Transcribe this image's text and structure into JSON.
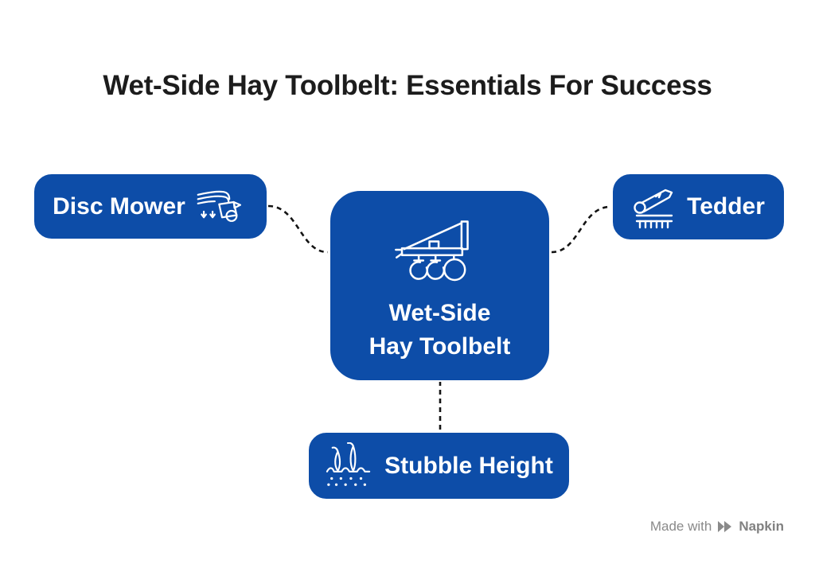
{
  "title": "Wet-Side Hay Toolbelt: Essentials For Success",
  "hub": {
    "icon": "cultivator-implement-icon",
    "label_line1": "Wet-Side",
    "label_line2": "Hay Toolbelt"
  },
  "satellites": [
    {
      "id": "disc-mower",
      "label": "Disc Mower",
      "icon": "disc-mower-icon",
      "icon_side": "right"
    },
    {
      "id": "tedder",
      "label": "Tedder",
      "icon": "tedder-icon",
      "icon_side": "left"
    },
    {
      "id": "stubble-height",
      "label": "Stubble Height",
      "icon": "stubble-height-icon",
      "icon_side": "left"
    }
  ],
  "connections": [
    {
      "from": "hub",
      "to": "disc-mower",
      "style": "dashed"
    },
    {
      "from": "hub",
      "to": "tedder",
      "style": "dashed"
    },
    {
      "from": "hub",
      "to": "stubble-height",
      "style": "dashed"
    }
  ],
  "watermark": {
    "prefix": "Made with",
    "brand": "Napkin",
    "logo": "napkin-logo-icon"
  },
  "colors": {
    "node_fill": "#0d4da8",
    "node_text": "#ffffff",
    "title_text": "#1c1c1c",
    "connector": "#141414",
    "watermark_text": "#8a8a8a",
    "background": "#ffffff"
  }
}
